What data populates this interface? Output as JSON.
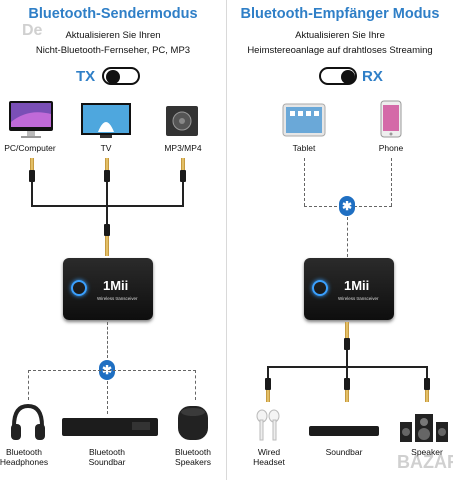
{
  "left": {
    "title": "Bluetooth-Sendermodus",
    "desc_line1": "Aktualisieren Sie Ihren",
    "desc_line2": "Nicht-Bluetooth-Fernseher, PC, MP3",
    "mode": "TX",
    "sources": [
      {
        "label": "PC/Computer",
        "icon": "computer-icon"
      },
      {
        "label": "TV",
        "icon": "tv-icon"
      },
      {
        "label": "MP3/MP4",
        "icon": "mp3-player-icon"
      }
    ],
    "device_brand": "1Mii",
    "device_sub": "Wireless transceiver",
    "targets": [
      {
        "label": "Bluetooth\nHeadphones",
        "icon": "headphones-icon"
      },
      {
        "label": "Bluetooth\nSoundbar",
        "icon": "soundbar-icon"
      },
      {
        "label": "Bluetooth\nSpeakers",
        "icon": "speaker-icon"
      }
    ]
  },
  "right": {
    "title": "Bluetooth-Empfänger Modus",
    "desc_line1": "Aktualisieren Sie Ihre",
    "desc_line2": "Heimstereoanlage auf drahtloses Streaming",
    "mode": "RX",
    "sources": [
      {
        "label": "Tablet",
        "icon": "tablet-icon"
      },
      {
        "label": "Phone",
        "icon": "phone-icon"
      }
    ],
    "device_brand": "1Mii",
    "device_sub": "Wireless transceiver",
    "targets": [
      {
        "label": "Wired\nHeadset",
        "icon": "earphones-icon"
      },
      {
        "label": "Soundbar",
        "icon": "soundbar-icon"
      },
      {
        "label": "Speaker",
        "icon": "speaker-set-icon"
      }
    ]
  },
  "bluetooth_symbol": "✱",
  "colors": {
    "accent": "#2f7fc7",
    "bt_badge": "#1f6fc2"
  },
  "watermark_left": "De",
  "watermark_right": "BAZAR"
}
